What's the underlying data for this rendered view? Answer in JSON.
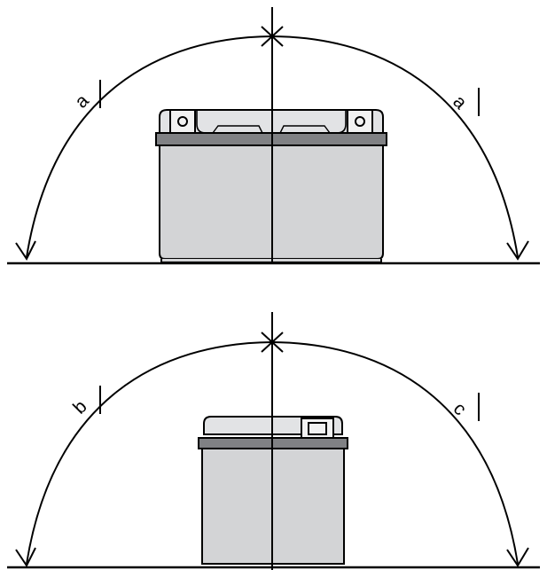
{
  "figure": {
    "top": {
      "left_label": "a",
      "right_label": "a"
    },
    "bottom": {
      "left_label": "b",
      "right_label": "c"
    }
  },
  "colors": {
    "battery_body": "#d3d4d6",
    "battery_band": "#808184",
    "lid": "#e2e3e5",
    "line": "#000000",
    "background": "#ffffff"
  }
}
